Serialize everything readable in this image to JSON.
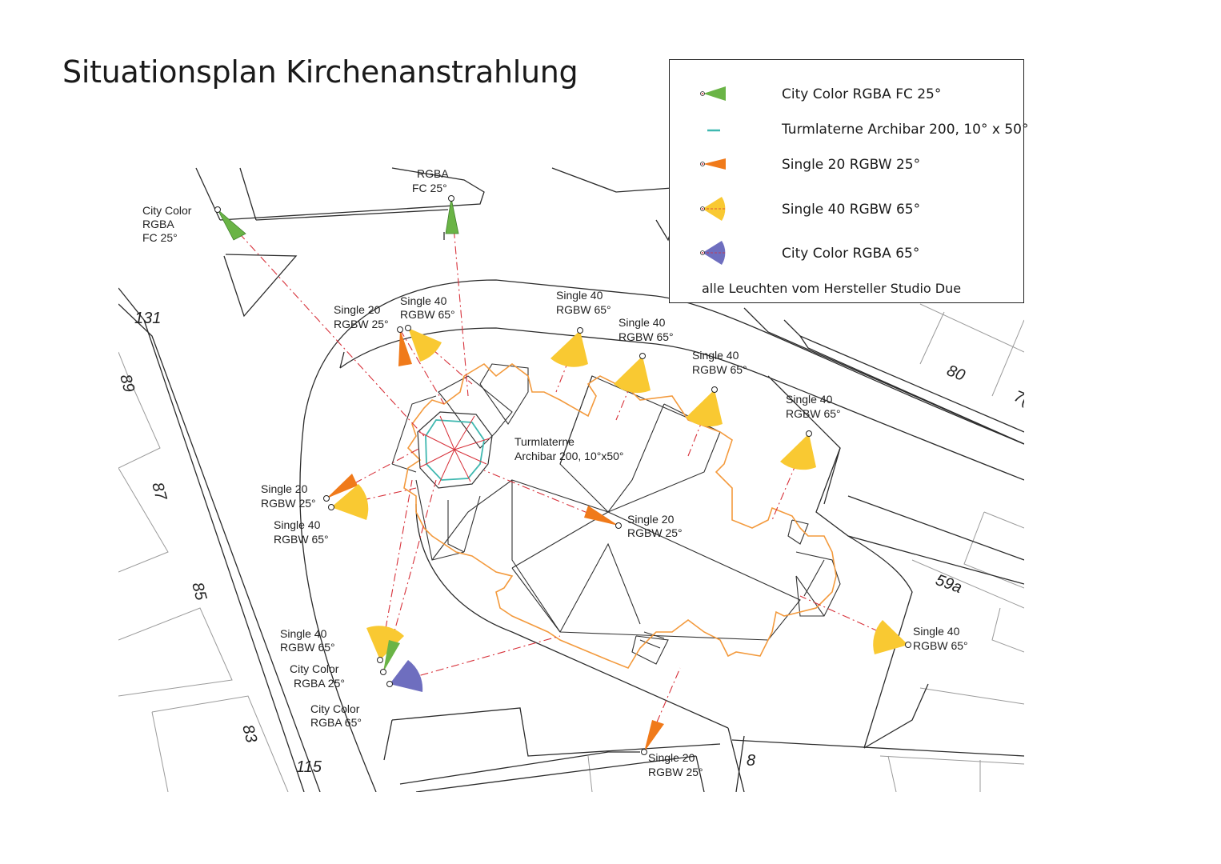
{
  "title": "Situationsplan Kirchenanstrahlung",
  "legend": {
    "items": [
      {
        "label": "City Color RGBA FC 25°",
        "icon": "green-narrow-beam-icon",
        "color": "#6ab446"
      },
      {
        "label": "Turmlaterne Archibar 200, 10° x 50°",
        "icon": "teal-line-icon",
        "color": "#3fb8b0"
      },
      {
        "label": "Single 20 RGBW  25°",
        "icon": "orange-narrow-beam-icon",
        "color": "#f07a1a"
      },
      {
        "label": "Single 40 RGBW  65°",
        "icon": "yellow-wide-beam-icon",
        "color": "#f9c932"
      },
      {
        "label": "City Color RGBA 65°",
        "icon": "blue-wide-beam-icon",
        "color": "#6e6ebf"
      }
    ],
    "note": "alle Leuchten vom Hersteller Studio Due"
  },
  "plot_numbers": {
    "n131": "131",
    "n80": "80",
    "n7x": "7(",
    "n89": "89",
    "n87": "87",
    "n85": "85",
    "n83": "83",
    "n115": "115",
    "n59a": "59a",
    "n8": "8"
  },
  "labels": {
    "citycolor_tl": [
      "City Color",
      "RGBA",
      "FC 25°"
    ],
    "rgba_top": [
      "RGBA",
      "FC 25°"
    ],
    "s20_top": [
      "Single 20",
      "RGBW 25°"
    ],
    "s40_top1": [
      "Single 40",
      "RGBW 65°"
    ],
    "s40_top2": [
      "Single 40",
      "RGBW 65°"
    ],
    "s40_top3": [
      "Single 40",
      "RGBW 65°"
    ],
    "s40_top4": [
      "Single 40",
      "RGBW 65°"
    ],
    "s40_right": [
      "Single 40",
      "RGBW 65°"
    ],
    "turm": [
      "Turmlaterne",
      "Archibar 200, 10°x50°"
    ],
    "s20_left": [
      "Single 20",
      "RGBW 25°"
    ],
    "s40_left": [
      "Single 40",
      "RGBW 65°"
    ],
    "s20_mid": [
      "Single 20",
      "RGBW 25°"
    ],
    "s40_bl": [
      "Single 40",
      "RGBW 65°"
    ],
    "cc_bl": [
      "City Color",
      "RGBA 25°"
    ],
    "cc65_bl": [
      "City Color",
      "RGBA 65°"
    ],
    "s40_far": [
      "Single 40",
      "RGBW 65°"
    ],
    "s20_bottom": [
      "Single 20",
      "RGBW 25°"
    ]
  }
}
